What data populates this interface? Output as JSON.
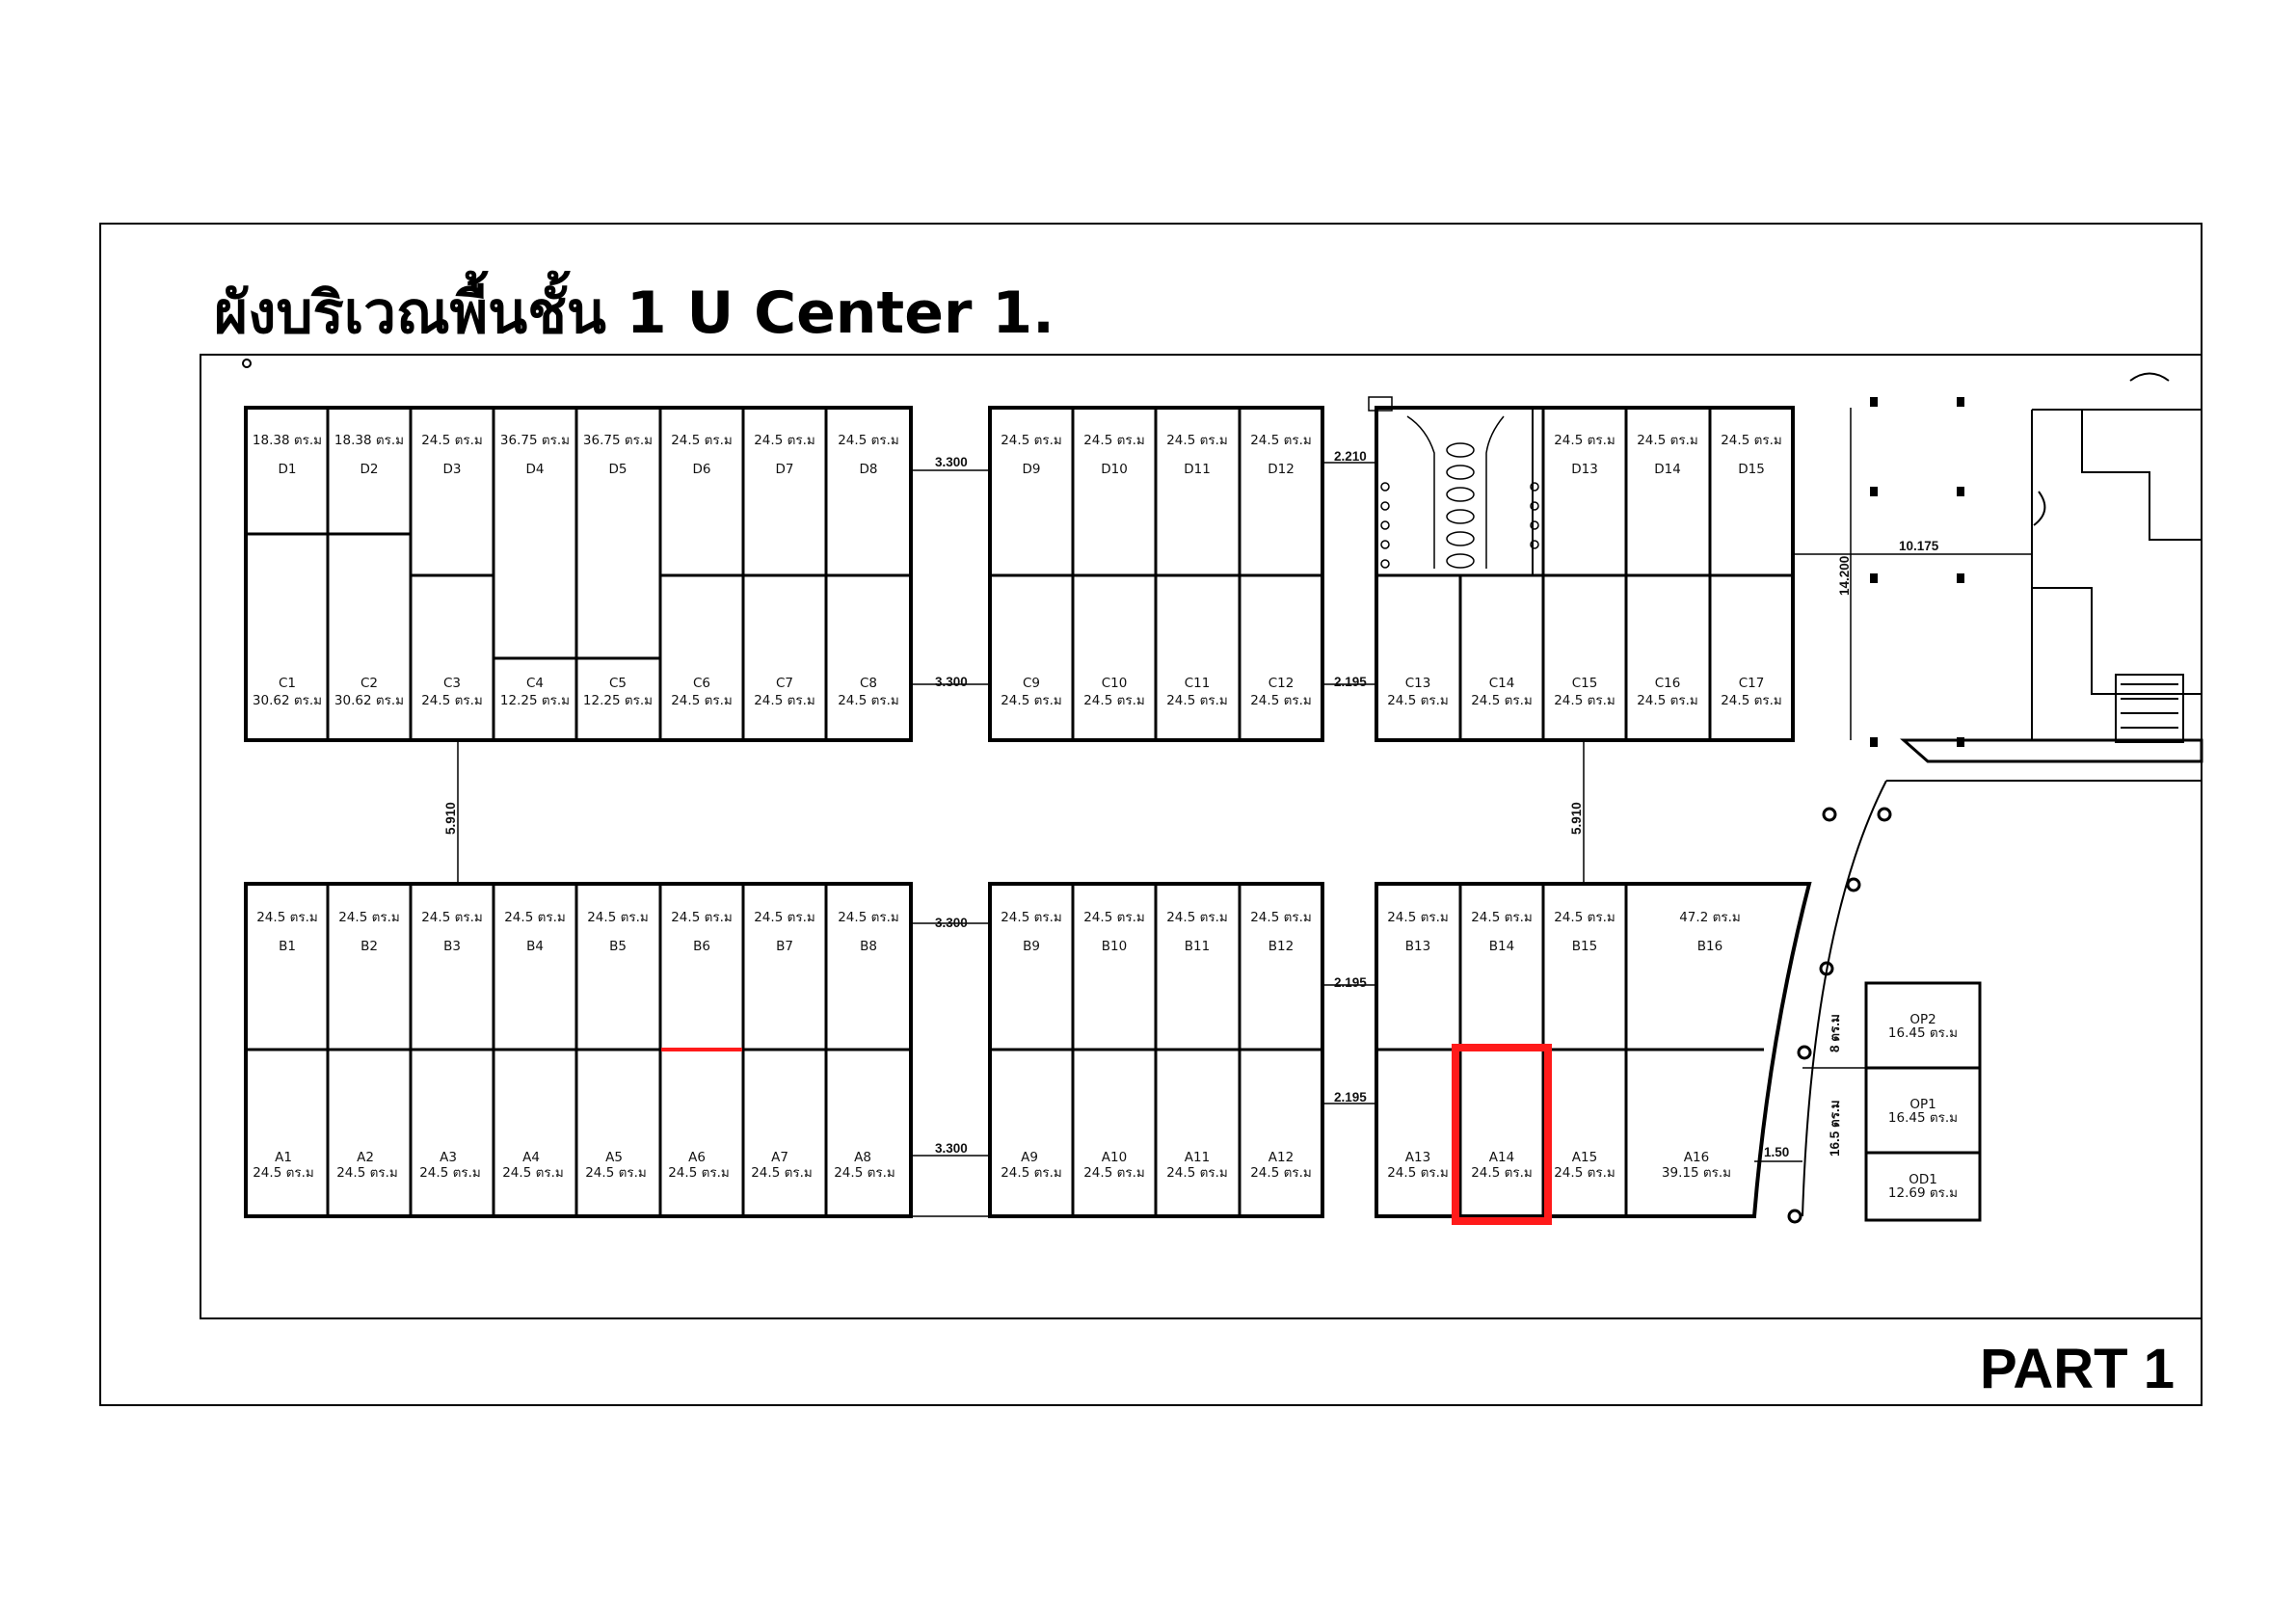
{
  "plan": {
    "title": "ผังบริเวณพื้นชั้น 1 U Center 1.",
    "part_label": "PART 1",
    "highlight_color": "#ff1a1a"
  },
  "units": [
    {
      "id": "D1",
      "area": "18.38 ตร.ม"
    },
    {
      "id": "D2",
      "area": "18.38 ตร.ม"
    },
    {
      "id": "D3",
      "area": "24.5 ตร.ม"
    },
    {
      "id": "D4",
      "area": "36.75 ตร.ม"
    },
    {
      "id": "D5",
      "area": "36.75 ตร.ม"
    },
    {
      "id": "D6",
      "area": "24.5 ตร.ม"
    },
    {
      "id": "D7",
      "area": "24.5 ตร.ม"
    },
    {
      "id": "D8",
      "area": "24.5 ตร.ม"
    },
    {
      "id": "D9",
      "area": "24.5 ตร.ม"
    },
    {
      "id": "D10",
      "area": "24.5 ตร.ม"
    },
    {
      "id": "D11",
      "area": "24.5 ตร.ม"
    },
    {
      "id": "D12",
      "area": "24.5 ตร.ม"
    },
    {
      "id": "D13",
      "area": "24.5 ตร.ม"
    },
    {
      "id": "D14",
      "area": "24.5 ตร.ม"
    },
    {
      "id": "D15",
      "area": "24.5 ตร.ม"
    },
    {
      "id": "C1",
      "area": "30.62 ตร.ม"
    },
    {
      "id": "C2",
      "area": "30.62 ตร.ม"
    },
    {
      "id": "C3",
      "area": "24.5 ตร.ม"
    },
    {
      "id": "C4",
      "area": "12.25 ตร.ม"
    },
    {
      "id": "C5",
      "area": "12.25 ตร.ม"
    },
    {
      "id": "C6",
      "area": "24.5 ตร.ม"
    },
    {
      "id": "C7",
      "area": "24.5 ตร.ม"
    },
    {
      "id": "C8",
      "area": "24.5 ตร.ม"
    },
    {
      "id": "C9",
      "area": "24.5 ตร.ม"
    },
    {
      "id": "C10",
      "area": "24.5 ตร.ม"
    },
    {
      "id": "C11",
      "area": "24.5 ตร.ม"
    },
    {
      "id": "C12",
      "area": "24.5 ตร.ม"
    },
    {
      "id": "C13",
      "area": "24.5 ตร.ม"
    },
    {
      "id": "C14",
      "area": "24.5 ตร.ม"
    },
    {
      "id": "C15",
      "area": "24.5 ตร.ม"
    },
    {
      "id": "C16",
      "area": "24.5 ตร.ม"
    },
    {
      "id": "C17",
      "area": "24.5 ตร.ม"
    },
    {
      "id": "B1",
      "area": "24.5 ตร.ม"
    },
    {
      "id": "B2",
      "area": "24.5 ตร.ม"
    },
    {
      "id": "B3",
      "area": "24.5 ตร.ม"
    },
    {
      "id": "B4",
      "area": "24.5 ตร.ม"
    },
    {
      "id": "B5",
      "area": "24.5 ตร.ม"
    },
    {
      "id": "B6",
      "area": "24.5 ตร.ม"
    },
    {
      "id": "B7",
      "area": "24.5 ตร.ม"
    },
    {
      "id": "B8",
      "area": "24.5 ตร.ม"
    },
    {
      "id": "B9",
      "area": "24.5 ตร.ม"
    },
    {
      "id": "B10",
      "area": "24.5 ตร.ม"
    },
    {
      "id": "B11",
      "area": "24.5 ตร.ม"
    },
    {
      "id": "B12",
      "area": "24.5 ตร.ม"
    },
    {
      "id": "B13",
      "area": "24.5 ตร.ม"
    },
    {
      "id": "B14",
      "area": "24.5 ตร.ม"
    },
    {
      "id": "B15",
      "area": "24.5 ตร.ม"
    },
    {
      "id": "B16",
      "area": "47.2 ตร.ม"
    },
    {
      "id": "A1",
      "area": "24.5 ตร.ม"
    },
    {
      "id": "A2",
      "area": "24.5 ตร.ม"
    },
    {
      "id": "A3",
      "area": "24.5 ตร.ม"
    },
    {
      "id": "A4",
      "area": "24.5 ตร.ม"
    },
    {
      "id": "A5",
      "area": "24.5 ตร.ม"
    },
    {
      "id": "A6",
      "area": "24.5 ตร.ม"
    },
    {
      "id": "A7",
      "area": "24.5 ตร.ม"
    },
    {
      "id": "A8",
      "area": "24.5 ตร.ม"
    },
    {
      "id": "A9",
      "area": "24.5 ตร.ม"
    },
    {
      "id": "A10",
      "area": "24.5 ตร.ม"
    },
    {
      "id": "A11",
      "area": "24.5 ตร.ม"
    },
    {
      "id": "A12",
      "area": "24.5 ตร.ม"
    },
    {
      "id": "A13",
      "area": "24.5 ตร.ม"
    },
    {
      "id": "A14",
      "area": "24.5 ตร.ม",
      "highlighted": true
    },
    {
      "id": "A15",
      "area": "24.5 ตร.ม"
    },
    {
      "id": "A16",
      "area": "39.15 ตร.ม"
    },
    {
      "id": "OP2",
      "area": "16.45 ตร.ม"
    },
    {
      "id": "OP1",
      "area": "16.45 ตร.ม"
    },
    {
      "id": "OD1",
      "area": "12.69 ตร.ม"
    }
  ],
  "dimensions": {
    "d1": "3.300",
    "d2": "3.300",
    "d3": "3.300",
    "d4": "3.300",
    "d5": "2.210",
    "d6": "2.195",
    "d7": "2.195",
    "d8": "2.195",
    "d9": "5.910",
    "d10": "5.910",
    "d11": "10.175",
    "d12": "14.200",
    "d13": "8 ตร.ม",
    "d14": "16.5 ตร.ม",
    "d15": "1.50"
  }
}
